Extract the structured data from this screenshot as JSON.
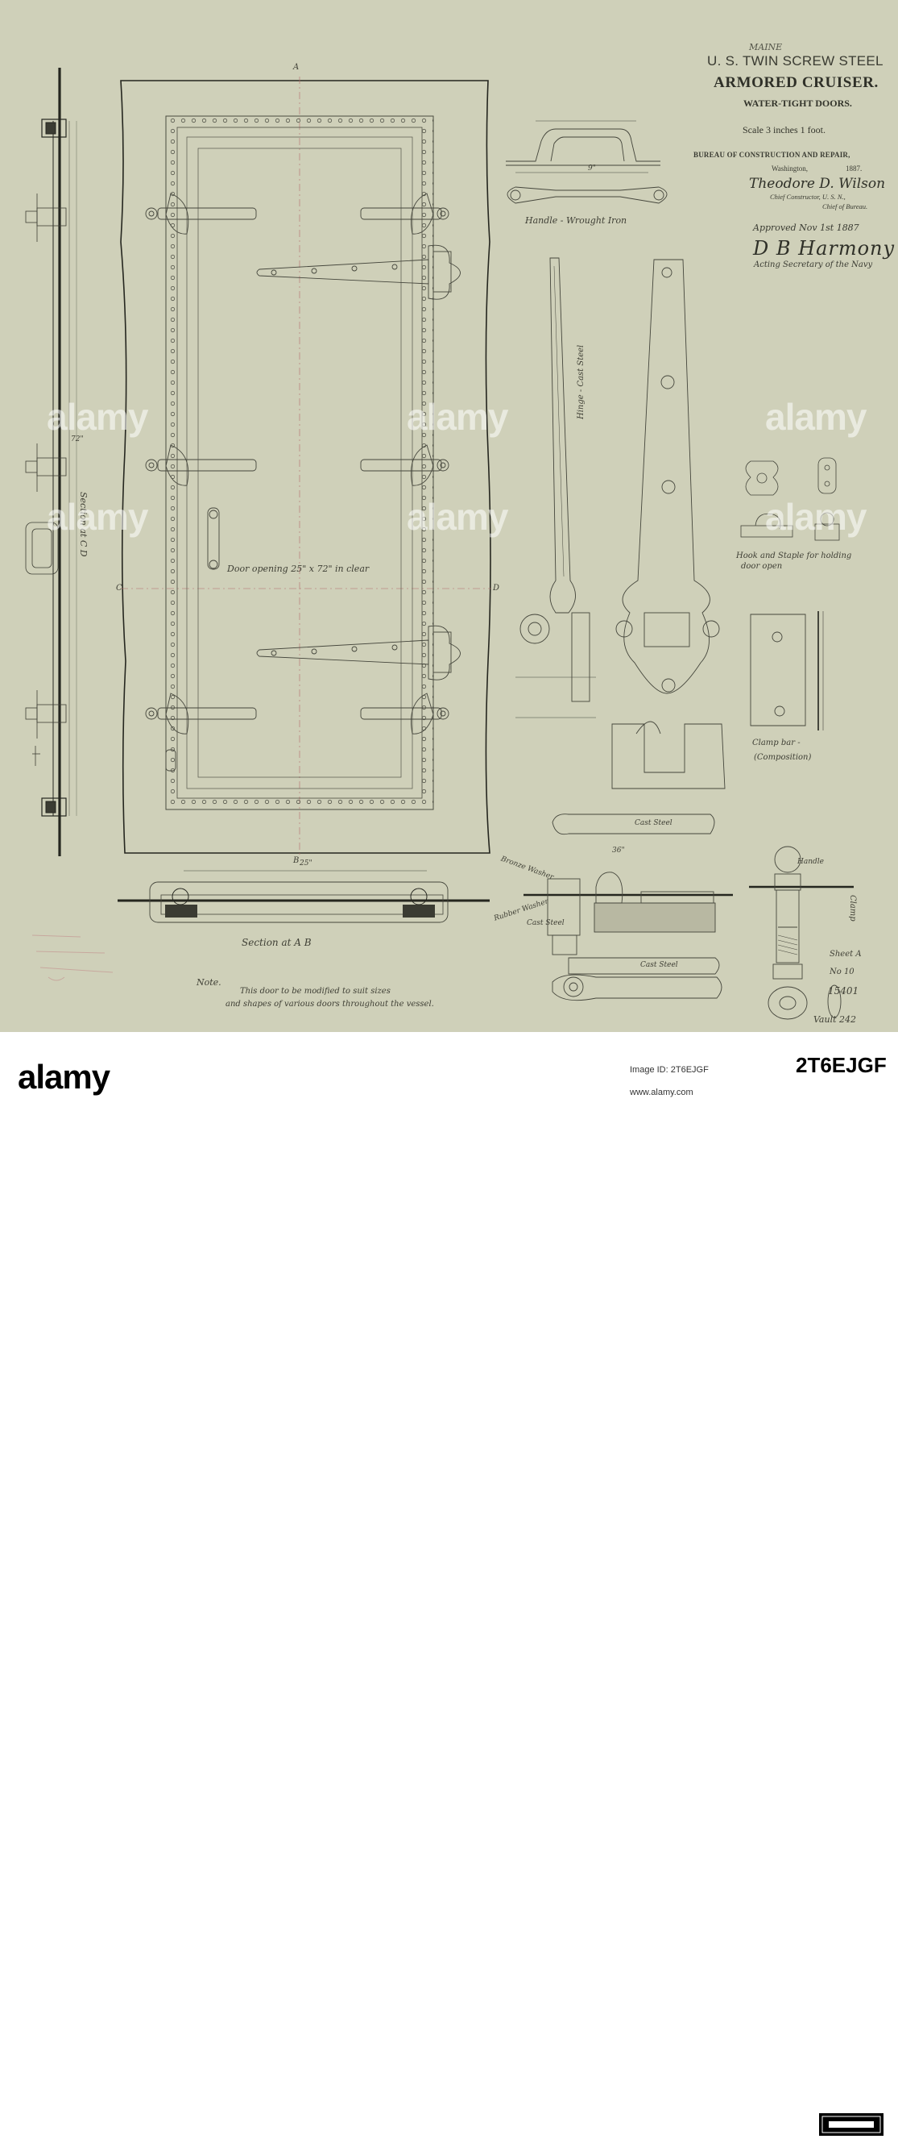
{
  "title_block": {
    "ship_name": "MAINE",
    "line1": "U. S. TWIN SCREW STEEL",
    "line2": "ARMORED CRUISER.",
    "line3": "WATER-TIGHT DOORS.",
    "scale": "Scale 3 inches  1 foot.",
    "bureau": "BUREAU OF CONSTRUCTION AND REPAIR,",
    "location": "Washington,",
    "year": "1887.",
    "constructor_signature": "Theodore D. Wilson",
    "constructor_title": "Chief Constructor, U. S. N.,",
    "constructor_title2": "Chief of Bureau.",
    "approved": "Approved Nov 1st 1887",
    "secretary_signature": "D B Harmony",
    "secretary_title": "Acting Secretary of the Navy"
  },
  "labels": {
    "handle": "Handle - Wrought Iron",
    "hinge": "Hinge - Cast Steel",
    "hook": "Hook and Staple for holding",
    "hook2": "door open",
    "clamp_bar": "Clamp bar -",
    "clamp_bar2": "(Composition)",
    "door_opening": "Door opening 25\" x 72\" in clear",
    "section_cd": "Section at C D",
    "section_ab": "Section at A B",
    "note_head": "Note.",
    "note1": "This door to be modified to suit sizes",
    "note2": "and shapes of various doors throughout the vessel.",
    "cast_steel": "Cast Steel",
    "cast_steel2": "Cast Steel",
    "cast_steel3": "Cast Steel",
    "bronze_washer": "Bronze Washer",
    "rubber_washer": "Rubber Washer",
    "handle_small": "Handle",
    "clamp": "Clamp",
    "label_a": "A",
    "label_b": "B",
    "label_c": "C",
    "label_d": "D",
    "dim_25": "25\"",
    "dim_72": "72\"",
    "dim_9": "9\"",
    "dim_36": "36\"",
    "stamp1": "Sheet A",
    "stamp2": "No 10",
    "drawing_no": "15401",
    "vault": "Vault 242"
  },
  "watermark": {
    "text": "alamy"
  },
  "footer": {
    "logo": "alamy",
    "image_id_label": "Image ID: 2T6EJGF",
    "site": "www.alamy.com",
    "code": "2T6EJGF"
  },
  "colors": {
    "paper": "#cfd0b9",
    "ink": "#3a3b32",
    "dark_ink": "#1f201b",
    "red_ink": "#b46b6b"
  }
}
